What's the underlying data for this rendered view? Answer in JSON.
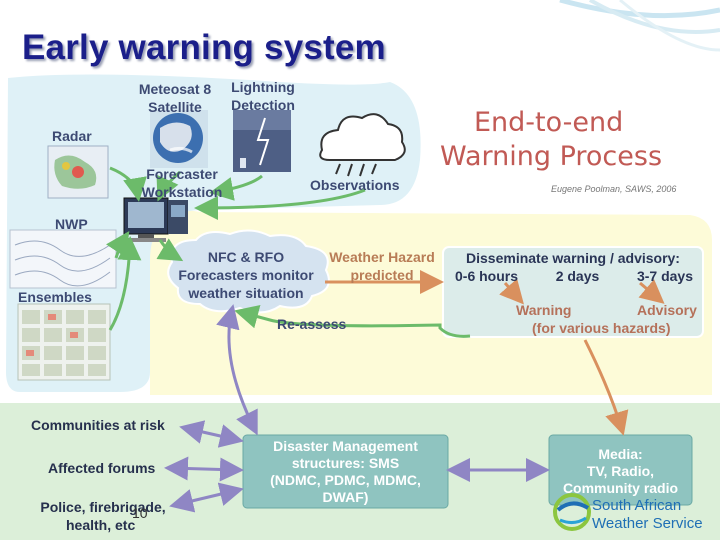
{
  "title": "Early warning system",
  "header_heading": {
    "line1": "End-to-end",
    "line2": "Warning Process"
  },
  "credit": "Eugene Poolman, SAWS, 2006",
  "inputs": {
    "meteosat": {
      "line1": "Meteosat 8",
      "line2": "Satellite"
    },
    "lightning": {
      "line1": "Lightning",
      "line2": "Detection"
    },
    "radar": "Radar",
    "workstation": {
      "line1": "Forecaster",
      "line2": "Workstation"
    },
    "observations": "Observations",
    "nwp": "NWP",
    "ensembles": "Ensembles"
  },
  "process": {
    "forecasters": {
      "line1": "NFC & RFO",
      "line2": "Forecasters monitor",
      "line3": "weather situation"
    },
    "hazard": {
      "line1": "Weather Hazard",
      "line2": "predicted"
    },
    "reassess": "Re-assess",
    "disseminate": {
      "line1": "Disseminate warning / advisory:",
      "range1": "0-6 hours",
      "range2": "2 days",
      "range3": "3-7 days"
    },
    "warning": {
      "line1": "Warning",
      "line2": "(for various hazards)"
    },
    "advisory": "Advisory"
  },
  "outputs": {
    "communities": "Communities at risk",
    "forums": "Affected forums",
    "police": {
      "line1": "Police, firebrigade,",
      "line2": "health, etc"
    },
    "disaster": {
      "line1": "Disaster Management",
      "line2": "structures: SMS",
      "line3": "(NDMC, PDMC, MDMC,",
      "line4": "DWAF)"
    },
    "media": {
      "line1": "Media:",
      "line2": "TV, Radio,",
      "line3": "Community radio"
    }
  },
  "logo": {
    "line1": "South African",
    "line2": "Weather Service"
  },
  "page_number": "10",
  "colors": {
    "title": "#1b1f8a",
    "input_region": "#dff1f7",
    "process_region": "#fdfbd8",
    "output_region": "#dcefd9",
    "box_fill": "#8fc4c0",
    "arrow_green": "#6cbb6a",
    "arrow_orange": "#d9905e",
    "arrow_purple": "#8f86c4",
    "heading_red": "#c15a55"
  }
}
